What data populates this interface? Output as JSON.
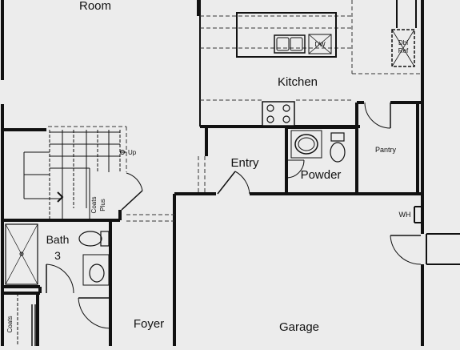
{
  "rooms": {
    "room": "Room",
    "kitchen": "Kitchen",
    "entry": "Entry",
    "powder": "Powder",
    "pantry": "Pantry",
    "bath_line1": "Bath",
    "bath_line2": "3",
    "foyer": "Foyer",
    "garage": "Garage"
  },
  "fixtures": {
    "dw": "DW",
    "ref_line1": "Dbl",
    "ref_line2": "Ref",
    "wh": "WH",
    "up": "Up",
    "coats_plus_line1": "Coats",
    "coats_plus_line2": "Plus",
    "coats": "Coats"
  },
  "colors": {
    "wall": "#111111",
    "floor": "#ececec"
  }
}
